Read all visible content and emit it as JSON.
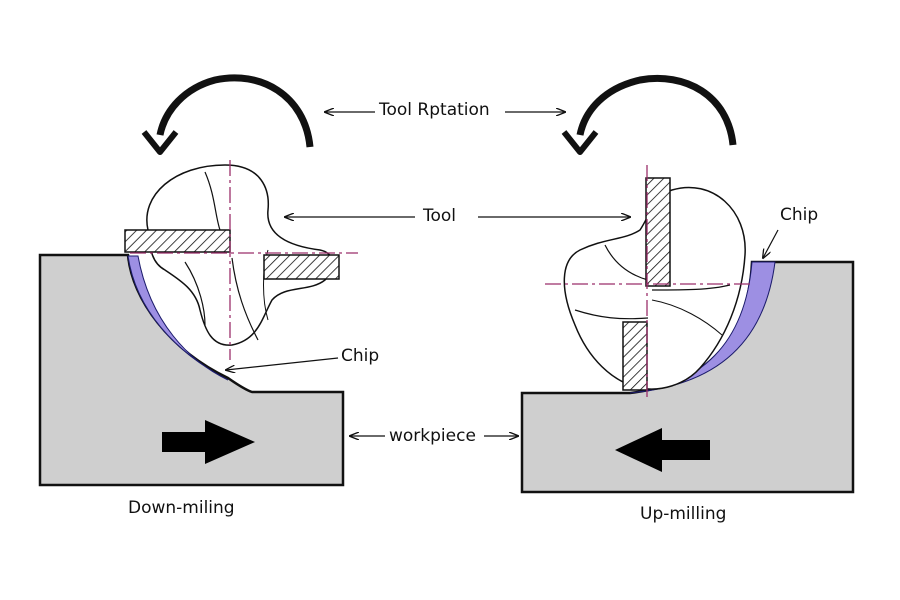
{
  "labels": {
    "rotation": "Tool Rptation",
    "tool": "Tool",
    "chip_left": "Chip",
    "chip_right": "Chip",
    "workpiece": "workpiece",
    "down": "Down-miling",
    "up": "Up-milling"
  },
  "colors": {
    "workpiece": "#cfcfcf",
    "chip": "#9d8fe3",
    "centerline": "#9b2f6b",
    "outline": "#111111"
  }
}
